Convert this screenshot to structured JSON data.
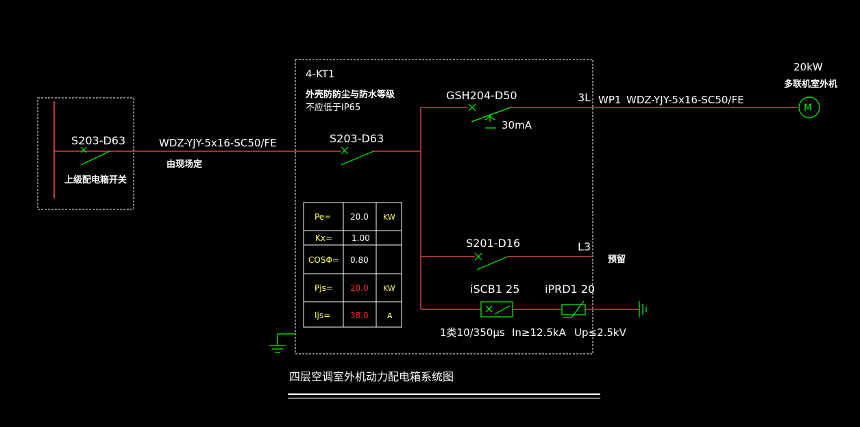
{
  "upstream": {
    "breaker": "S203-D63",
    "label": "上级配电箱开关"
  },
  "feeder": {
    "cable": "WDZ-YJY-5x16-SC50/FE",
    "note": "由现场定"
  },
  "box": {
    "id": "4-KT1",
    "spec_line1": "外壳防防尘与防水等级",
    "spec_line2": "不应低于IP65",
    "main_breaker": "S203-D63"
  },
  "circuit1": {
    "breaker": "GSH204-D50",
    "rcd": "30mA",
    "phase": "3L",
    "loop": "WP1",
    "cable": "WDZ-YJY-5x16-SC50/FE",
    "load_power": "20kW",
    "load_name": "多联机室外机",
    "motor_symbol": "M"
  },
  "circuit2": {
    "breaker": "S201-D16",
    "phase": "L3",
    "note": "预留"
  },
  "spd": {
    "scb": "iSCB1 25",
    "prd": "iPRD1 20",
    "class": "1类10/350μs",
    "in": "In≥12.5kA",
    "up": "Up≤2.5kV"
  },
  "calc_table": {
    "rows": [
      {
        "label": "Pe=",
        "value": "20.0",
        "unit": "KW"
      },
      {
        "label": "Kx=",
        "value": "1.00",
        "unit": ""
      },
      {
        "label": "COSΦ=",
        "value": "0.80",
        "unit": ""
      },
      {
        "label": "Pjs=",
        "value": "20.0",
        "unit": "KW"
      },
      {
        "label": "Ijs=",
        "value": "38.0",
        "unit": "A"
      }
    ]
  },
  "title": "四层空调室外机动力配电箱系统图",
  "colors": {
    "background": "#000000",
    "wire": "#ff5050",
    "symbol": "#00ff00",
    "text": "#ffffff",
    "label_yellow": "#ffff66",
    "value_red": "#ff2a2a"
  }
}
